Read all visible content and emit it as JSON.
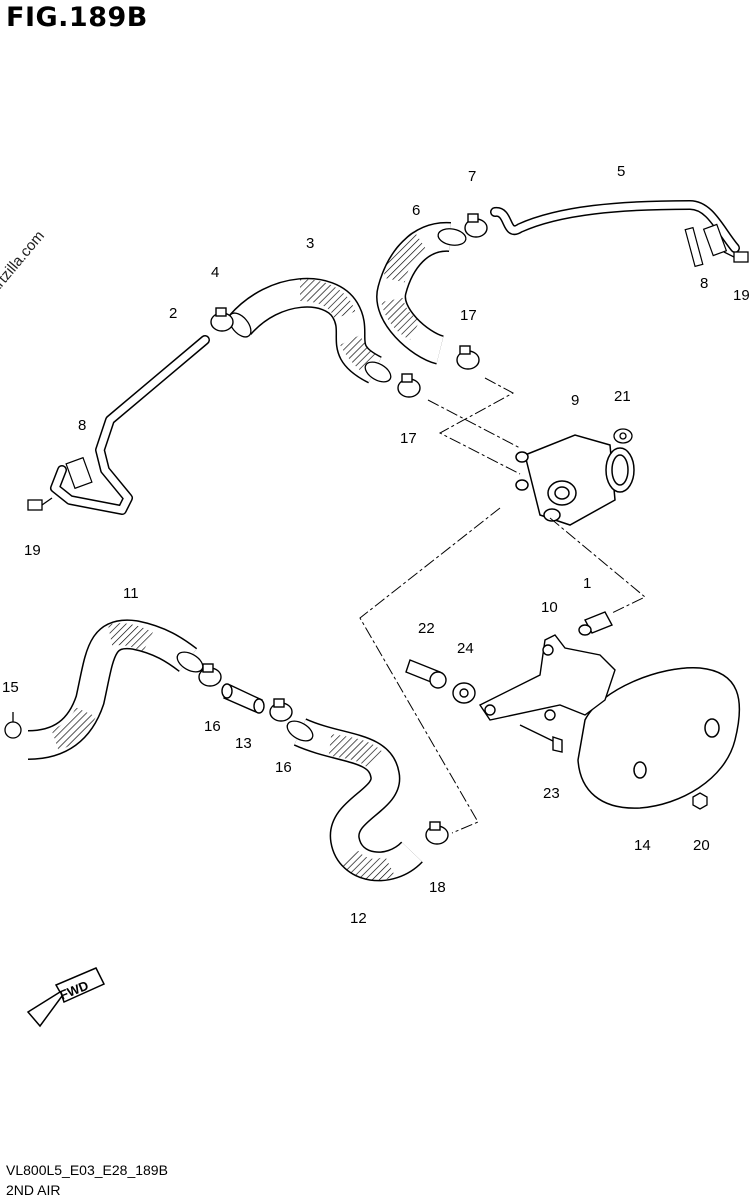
{
  "figure": {
    "title": "FIG.189B"
  },
  "watermark": "© Partzilla.com",
  "callouts": {
    "c1": "1",
    "c2": "2",
    "c3": "3",
    "c4": "4",
    "c5": "5",
    "c6": "6",
    "c7": "7",
    "c8a": "8",
    "c8b": "8",
    "c9": "9",
    "c10": "10",
    "c11": "11",
    "c12": "12",
    "c13": "13",
    "c14": "14",
    "c15": "15",
    "c16a": "16",
    "c16b": "16",
    "c17a": "17",
    "c17b": "17",
    "c18": "18",
    "c19a": "19",
    "c19b": "19",
    "c20": "20",
    "c21": "21",
    "c22": "22",
    "c23": "23",
    "c24": "24"
  },
  "fwd_label": "FWD",
  "footer": {
    "code": "VL800L5_E03_E28_189B",
    "name": "2ND AIR"
  }
}
